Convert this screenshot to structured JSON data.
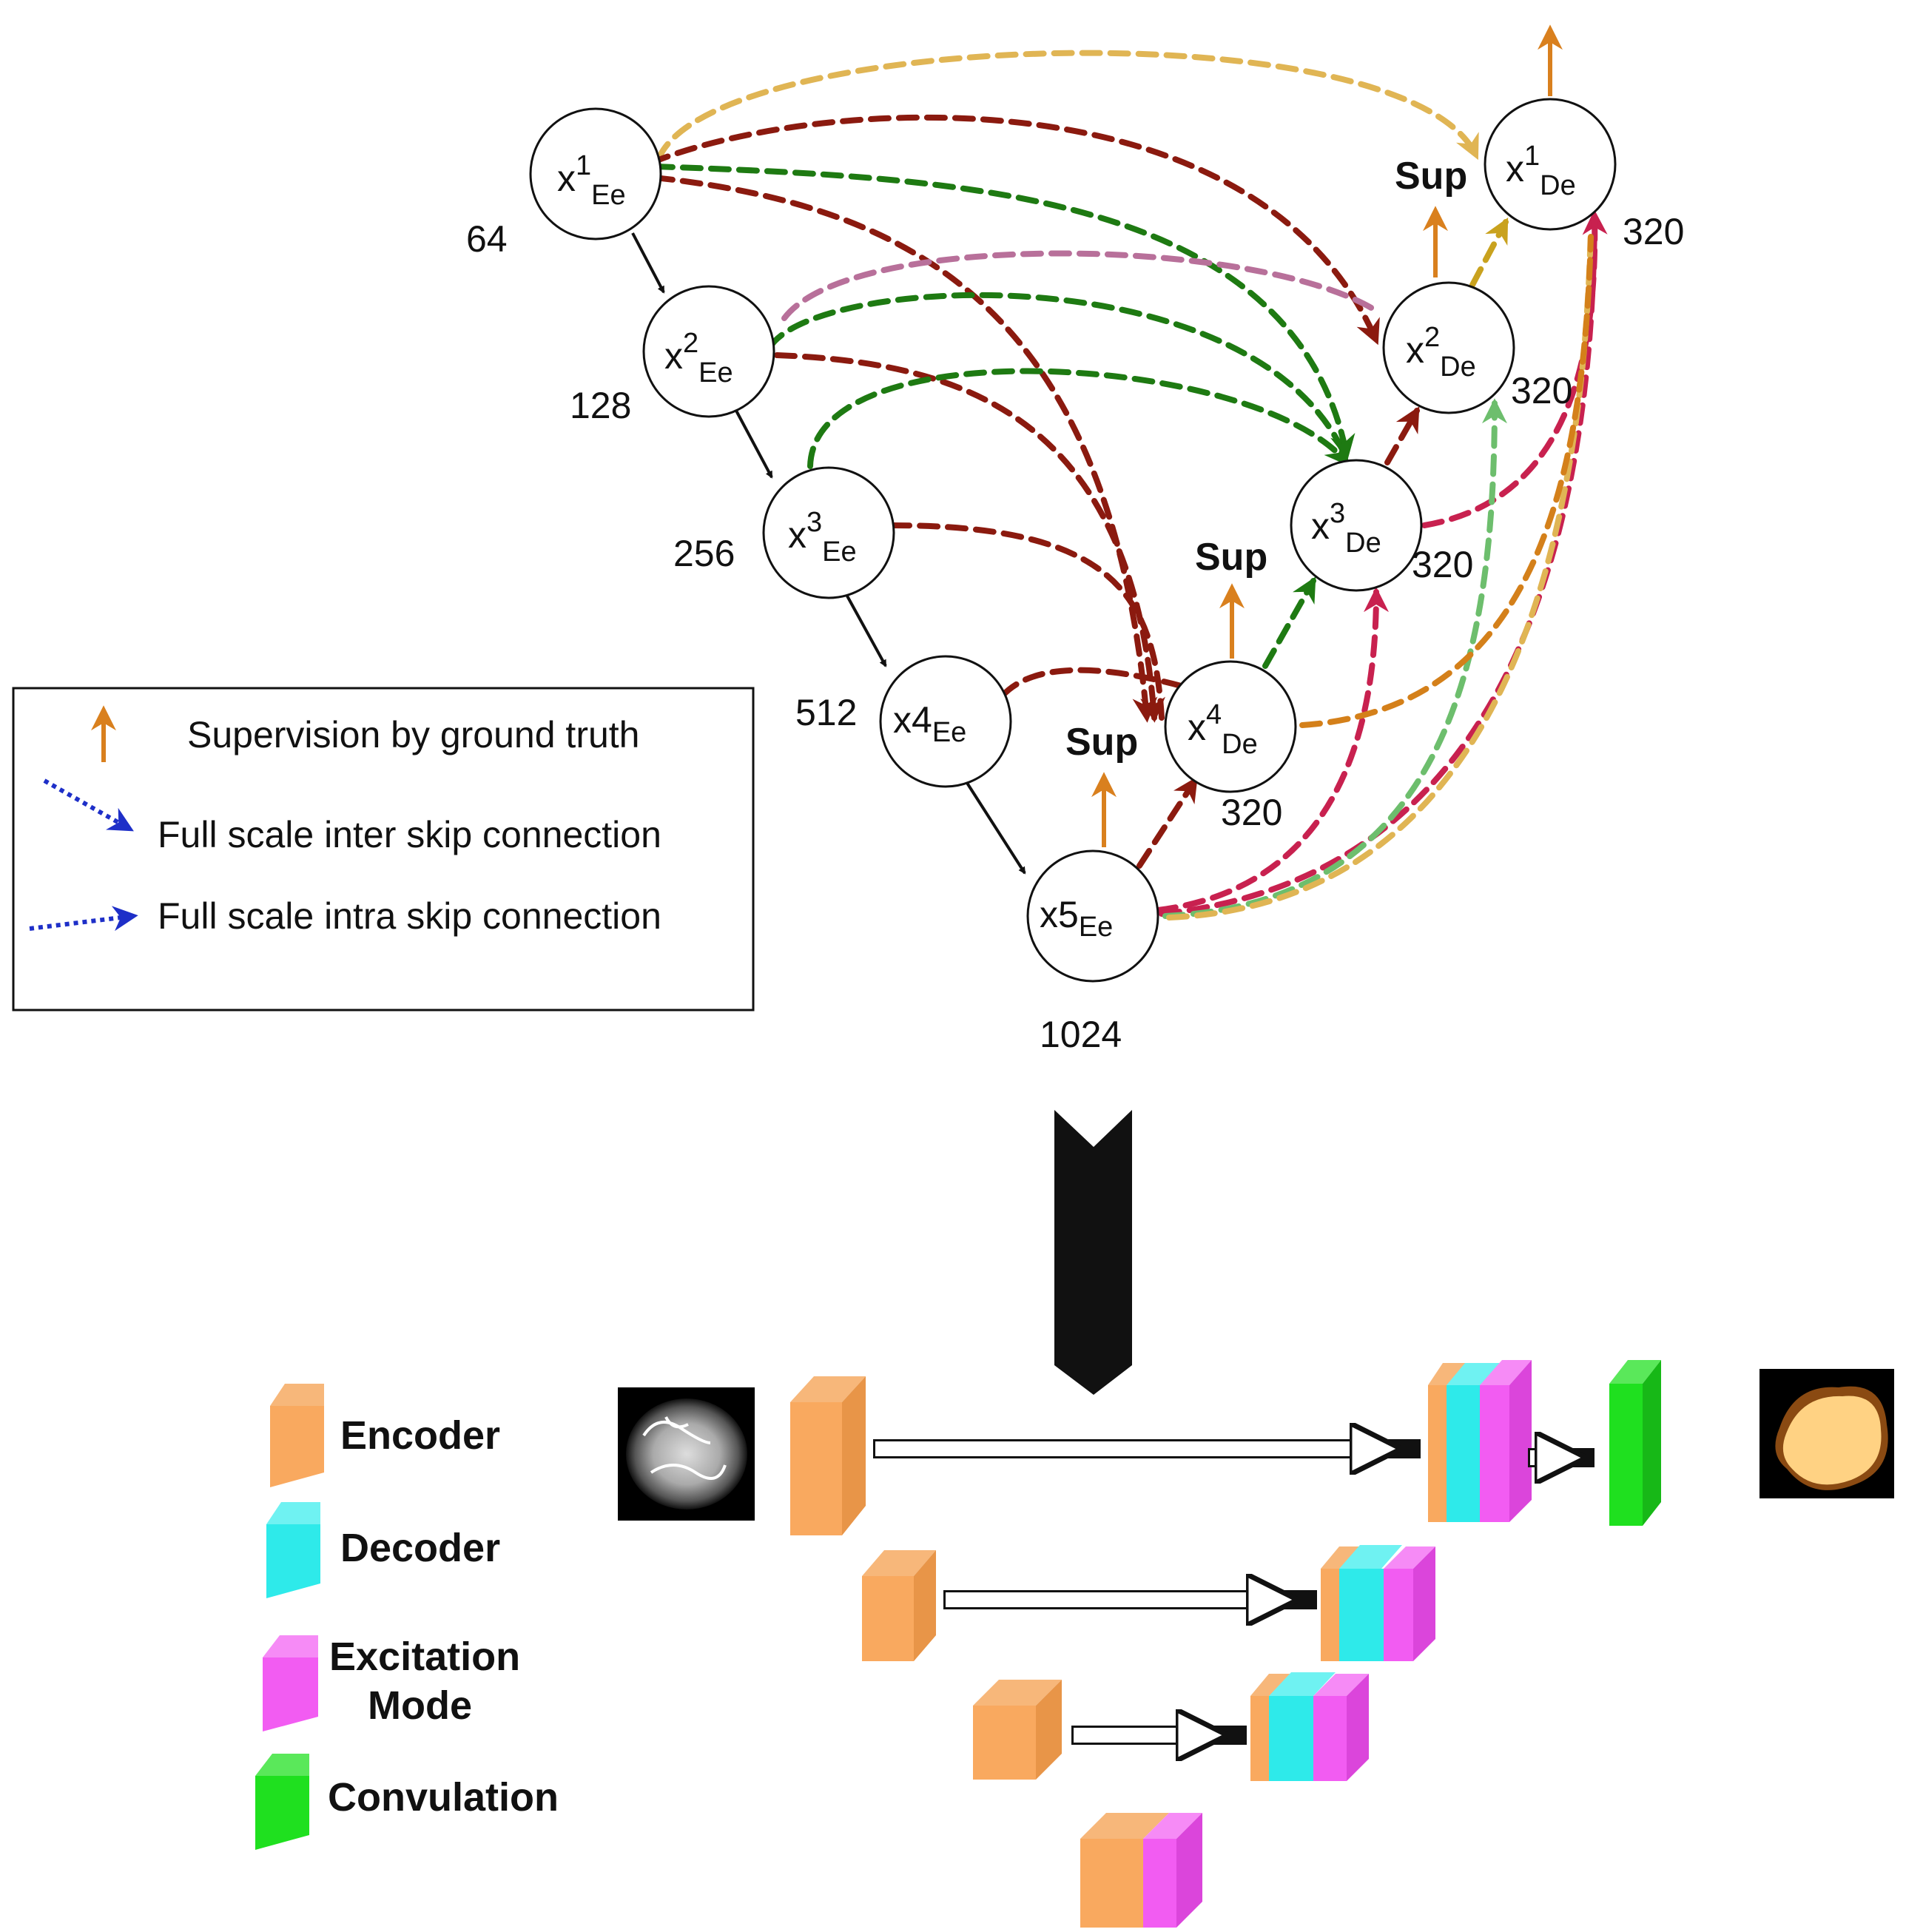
{
  "nodes": {
    "e1": {
      "base": "x",
      "sup": "1",
      "sub": "Ee",
      "channels": "64"
    },
    "e2": {
      "base": "x",
      "sup": "2",
      "sub": "Ee",
      "channels": "128"
    },
    "e3": {
      "base": "x",
      "sup": "3",
      "sub": "Ee",
      "channels": "256"
    },
    "e4": {
      "base": "x4",
      "sup": "",
      "sub": "Ee",
      "channels": "512"
    },
    "e5": {
      "base": "x5",
      "sup": "",
      "sub": "Ee",
      "channels": "1024"
    },
    "d4": {
      "base": "x",
      "sup": "4",
      "sub": "De",
      "channels": "320"
    },
    "d3": {
      "base": "x",
      "sup": "3",
      "sub": "De",
      "channels": "320"
    },
    "d2": {
      "base": "x",
      "sup": "2",
      "sub": "De",
      "channels": "320"
    },
    "d1": {
      "base": "x",
      "sup": "1",
      "sub": "De",
      "channels": "320"
    }
  },
  "sup_label": "Sup",
  "legend": {
    "supervision": "Supervision by ground truth",
    "inter": "Full scale inter skip connection",
    "intra": "Full scale intra skip connection"
  },
  "block_key": {
    "encoder": "Encoder",
    "decoder": "Decoder",
    "excitation_line1": "Excitation",
    "excitation_line2": "Mode",
    "convolution": "Convulation"
  },
  "colors": {
    "encoder": "#F9A95F",
    "decoder": "#2EEAEA",
    "excitation": "#F25CF2",
    "convolution": "#1FE01F",
    "supervision_arrow": "#D9801E",
    "inter_skip": "#1E2FC8",
    "dark_red": "#8B1A0F",
    "green": "#1E7A12",
    "crimson": "#C8214F",
    "gold": "#E0B554",
    "mauve": "#B8709A",
    "light_green": "#6DBE6D",
    "orange": "#D4801A"
  },
  "icons": {
    "input_image": "noisy-lesion-image",
    "output_image": "segmented-lesion-mask",
    "big_arrow": "chevron-down-arrow"
  }
}
